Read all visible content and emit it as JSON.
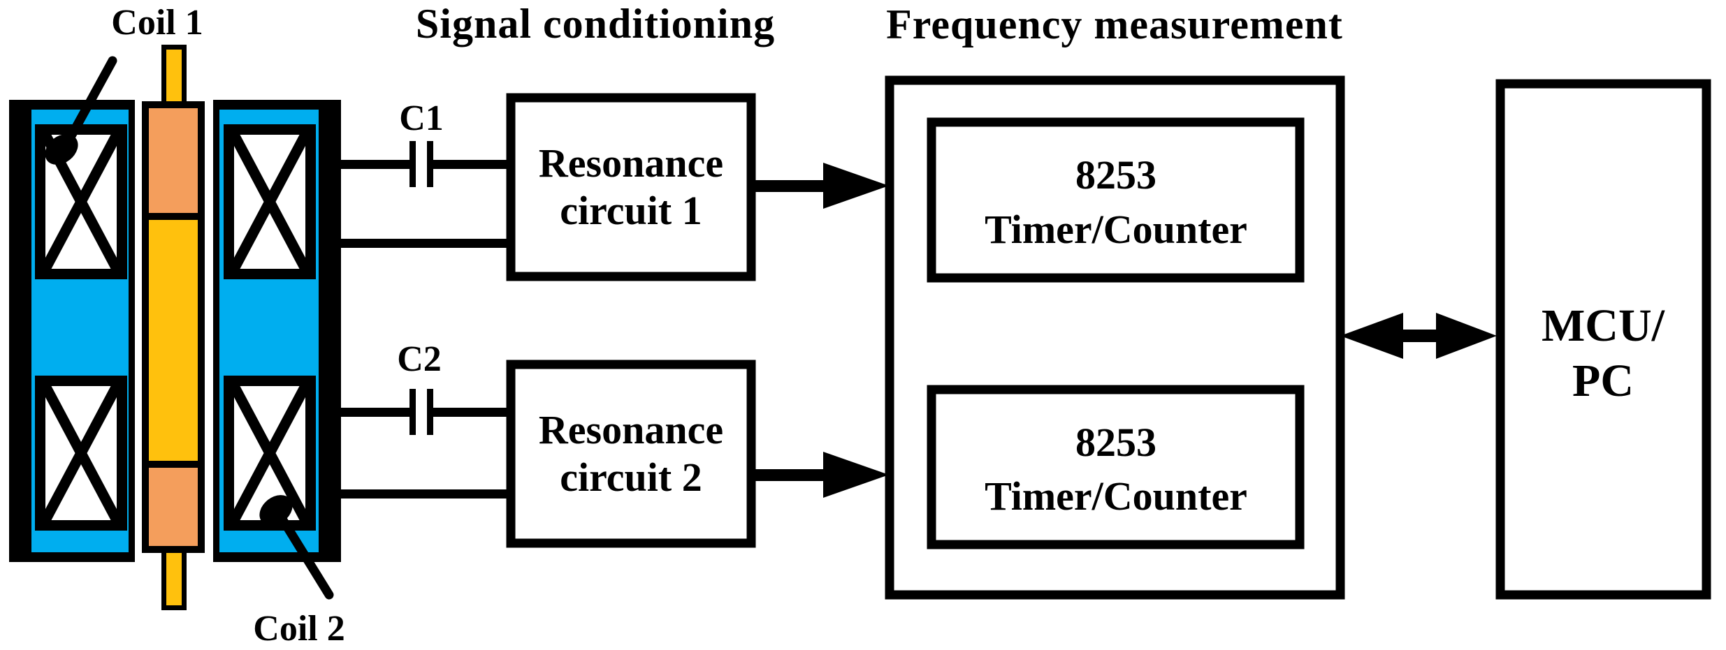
{
  "colors": {
    "background": "#FFFFFF",
    "outline": "#000000",
    "coolant_blue": "#00AEEF",
    "rod_yellow": "#FFC10D",
    "rod_orange": "#F49E5C"
  },
  "sensor": {
    "coil1_label": "Coil 1",
    "coil2_label": "Coil 2"
  },
  "signal_conditioning": {
    "title": "Signal conditioning",
    "capacitor1_label": "C1",
    "capacitor2_label": "C2",
    "resonance1_line1": "Resonance",
    "resonance1_line2": "circuit 1",
    "resonance2_line1": "Resonance",
    "resonance2_line2": "circuit 2"
  },
  "frequency_measurement": {
    "title": "Frequency measurement",
    "timer1_line1": "8253",
    "timer1_line2": "Timer/Counter",
    "timer2_line1": "8253",
    "timer2_line2": "Timer/Counter"
  },
  "output": {
    "mcu_line1": "MCU/",
    "mcu_line2": "PC"
  }
}
